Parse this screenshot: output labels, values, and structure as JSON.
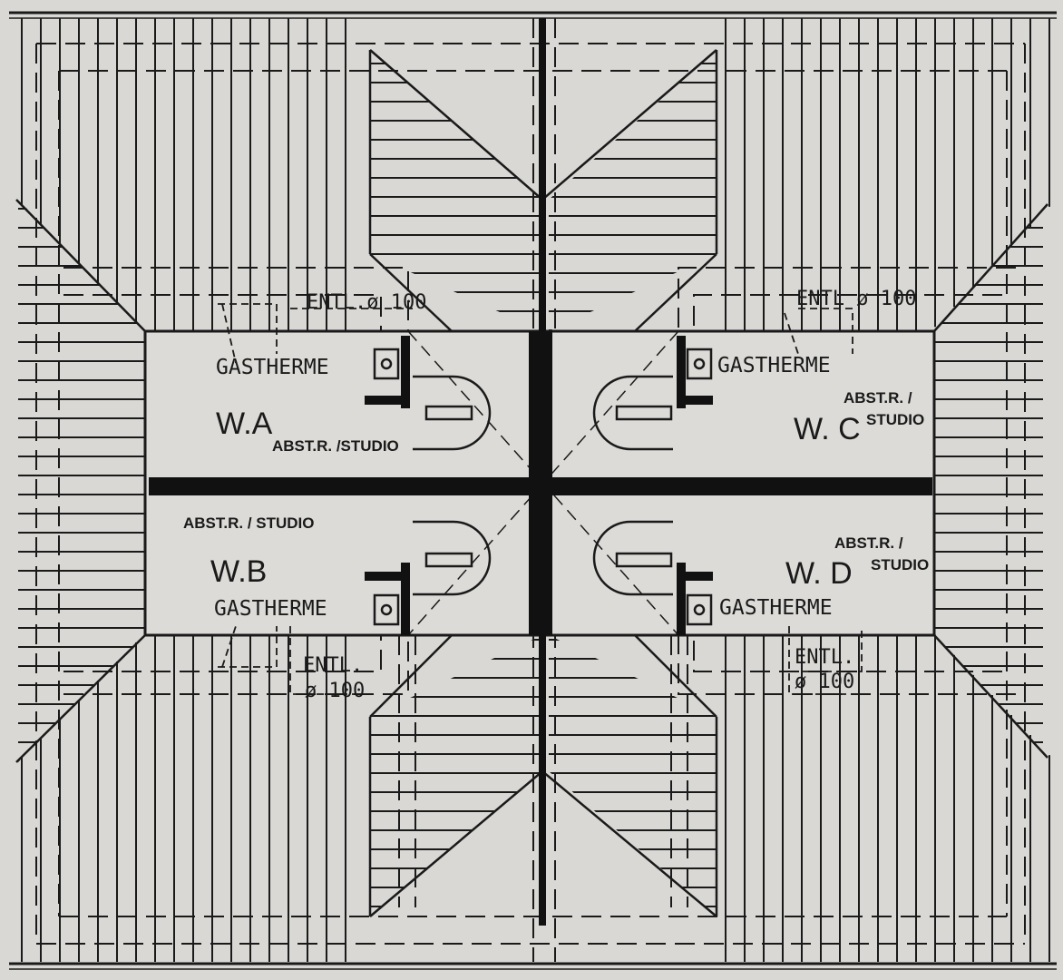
{
  "units": {
    "wa": {
      "name": "W.A",
      "room": "ABST.R. /STUDIO",
      "heater": "GASTHERME",
      "vent_line1": "ENTL.ø 100",
      "vent_line2": ""
    },
    "wb": {
      "name": "W.B",
      "room": "ABST.R. / STUDIO",
      "heater": "GASTHERME",
      "vent_line1": "ENTL.",
      "vent_line2": "ø 100"
    },
    "wc": {
      "name": "W. C",
      "room_line1": "ABST.R. /",
      "room_line2": "STUDIO",
      "heater": "GASTHERME",
      "vent_line1": "ENTL ø 100",
      "vent_line2": ""
    },
    "wd": {
      "name": "W. D",
      "room_line1": "ABST.R. /",
      "room_line2": "STUDIO",
      "heater": "GASTHERME",
      "vent_line1": "ENTL.",
      "vent_line2": "ø 100"
    }
  }
}
